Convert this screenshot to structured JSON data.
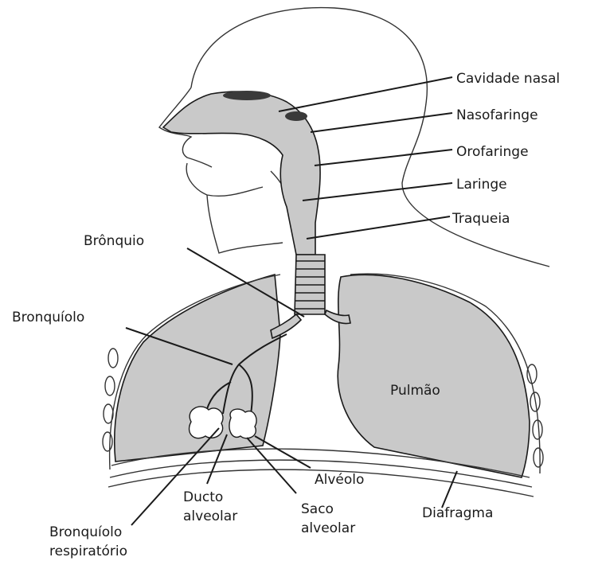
{
  "diagram": {
    "colors": {
      "organ_fill": "#c9c9c9",
      "outline": "#333333",
      "dark_region": "#3a3a3a",
      "background": "#ffffff"
    },
    "labels": {
      "cavidade_nasal": "Cavidade nasal",
      "nasofaringe": "Nasofaringe",
      "orofaringe": "Orofaringe",
      "laringe": "Laringe",
      "traqueia": "Traqueia",
      "bronquio": "Brônquio",
      "bronquiolo": "Bronquíolo",
      "pulmao": "Pulmão",
      "alveolo": "Alvéolo",
      "diafragma": "Diafragma",
      "ducto_line1": "Ducto",
      "ducto_line2": "alveolar",
      "saco_line1": "Saco",
      "saco_line2": "alveolar",
      "bronq_resp_line1": "Bronquíolo",
      "bronq_resp_line2": "respiratório"
    }
  }
}
